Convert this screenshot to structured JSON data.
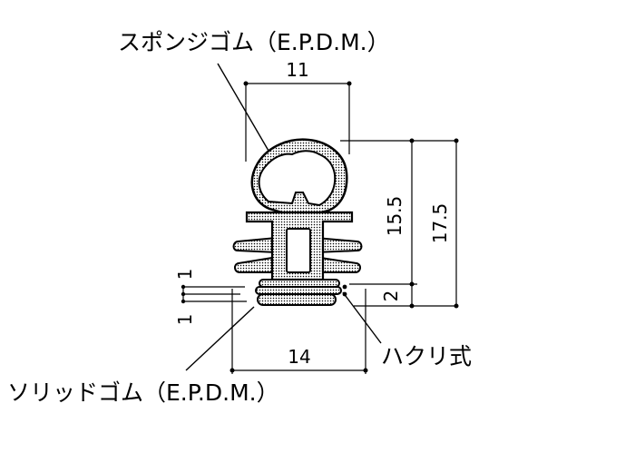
{
  "labels": {
    "sponge_rubber": "スポンジゴム（E.P.D.M.）",
    "solid_rubber": "ソリッドゴム（E.P.D.M.）",
    "peel_type": "ハクリ式"
  },
  "dimensions": {
    "top_width": "11",
    "bottom_width": "14",
    "inner_height": "15.5",
    "total_height": "17.5",
    "base_height": "2",
    "layer_upper": "1",
    "layer_lower": "1"
  }
}
